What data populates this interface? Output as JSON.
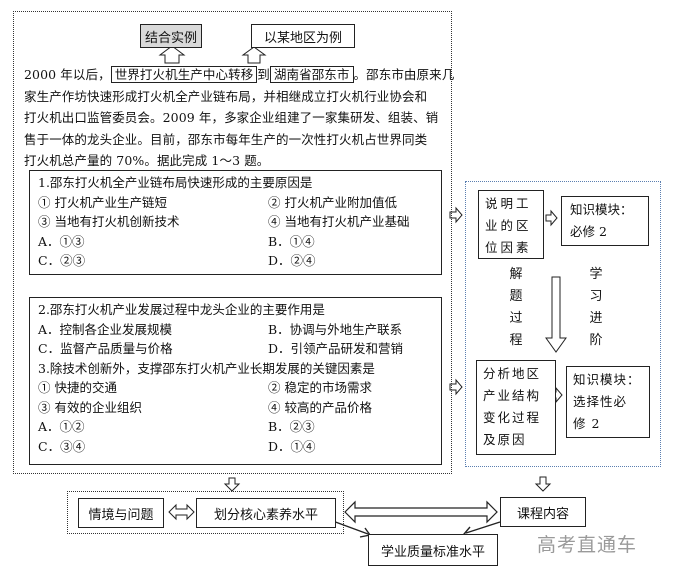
{
  "tags": {
    "example": "结合实例",
    "region": "以某地区为例"
  },
  "passage": {
    "line1_start": "2000 年以后，",
    "box1": "世界打火机生产中心转移",
    "line1_mid": "到",
    "box2": "湖南省邵东市",
    "line1_end": "。邵东市由原来几",
    "line2": "家生产作坊快速形成打火机全产业链布局，并相继成立打火机行业协会和",
    "line3": "打火机出口监管委员会。2009 年，多家企业组建了一家集研发、组装、销",
    "line4": "售于一体的龙头企业。目前，邵东市每年生产的一次性打火机占世界同类",
    "line5": "打火机总产量的 70%。据此完成 1～3 题。"
  },
  "q1": {
    "stem": "1.邵东打火机全产业链布局快速形成的主要原因是",
    "opt1": "①  打火机产业生产链短",
    "opt2": "②  打火机产业附加值低",
    "opt3": "③  当地有打火机创新技术",
    "opt4": "④  当地有打火机产业基础",
    "a": "A．①③",
    "b": "B．①④",
    "c": "C．②③",
    "d": "D．②④"
  },
  "q2": {
    "stem": "2.邵东打火机产业发展过程中龙头企业的主要作用是",
    "a": "A．控制各企业发展规模",
    "b": "B．协调与外地生产联系",
    "c": "C．监督产品质量与价格",
    "d": "D．引领产品研发和营销"
  },
  "q3": {
    "stem": "3.除技术创新外，支撑邵东打火机产业长期发展的关键因素是",
    "opt1": "①  快捷的交通",
    "opt2": "②  稳定的市场需求",
    "opt3": "③  有效的企业组织",
    "opt4": "④  较高的产品价格",
    "a": "A．①②",
    "b": "B．②③",
    "c": "C．③④",
    "d": "D．①④"
  },
  "right": {
    "factor_box": [
      "说明工",
      "业的区",
      "位因素"
    ],
    "module1": [
      "知识模块：",
      "必修 2"
    ],
    "label_solve": [
      "解",
      "题",
      "过",
      "程"
    ],
    "label_progress": [
      "学",
      "习",
      "进",
      "阶"
    ],
    "analyze_box": [
      "分析地区",
      "产业结构",
      "变化过程",
      "及原因"
    ],
    "module2": [
      "知识模块：",
      "选择性必",
      "修 2"
    ]
  },
  "bottom": {
    "situation": "情境与问题",
    "literacy": "划分核心素养水平",
    "course": "课程内容",
    "quality": "学业质量标准水平"
  },
  "watermark": "高考直通车"
}
